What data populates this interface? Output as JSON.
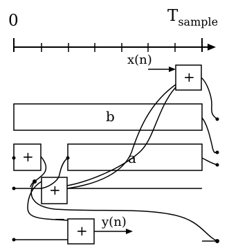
{
  "timeline": {
    "start_label": "0",
    "end_label_base": "T",
    "end_label_sub": "sample"
  },
  "signals": {
    "input": "x(n)",
    "output": "y(n)"
  },
  "blocks": {
    "b_label": "b",
    "a_label": "a",
    "adder_symbol": "+",
    "minus_symbol": "−"
  }
}
